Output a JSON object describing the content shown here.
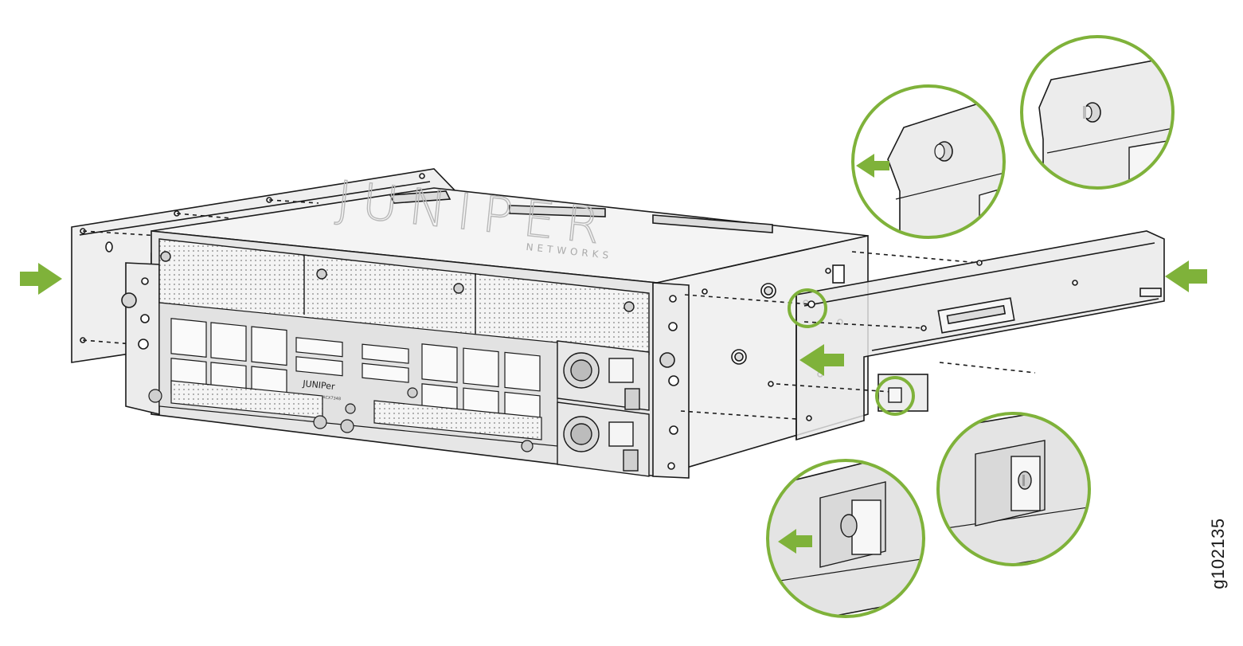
{
  "figure": {
    "id_label": "g102135",
    "brand_text": "JUNIPER",
    "brand_subtext": "NETWORKS",
    "front_logo_text": "JUNIPer",
    "model_text": "ACX7348",
    "accent_color": "#7fb23a",
    "line_color": "#1a1a1a",
    "chassis_fill": "#f2f2f2",
    "rail_fill": "#e9e9e9",
    "callouts": [
      {
        "name": "latch-detail-pull",
        "icon": "arrow-left-icon"
      },
      {
        "name": "latch-detail-released",
        "icon": "pin-icon"
      },
      {
        "name": "release-tab-detail-pull",
        "icon": "arrow-left-icon"
      },
      {
        "name": "release-tab-detail-released",
        "icon": "pin-icon"
      }
    ],
    "arrows": [
      "arrow-right-icon",
      "arrow-left-icon",
      "arrow-left-icon"
    ]
  }
}
